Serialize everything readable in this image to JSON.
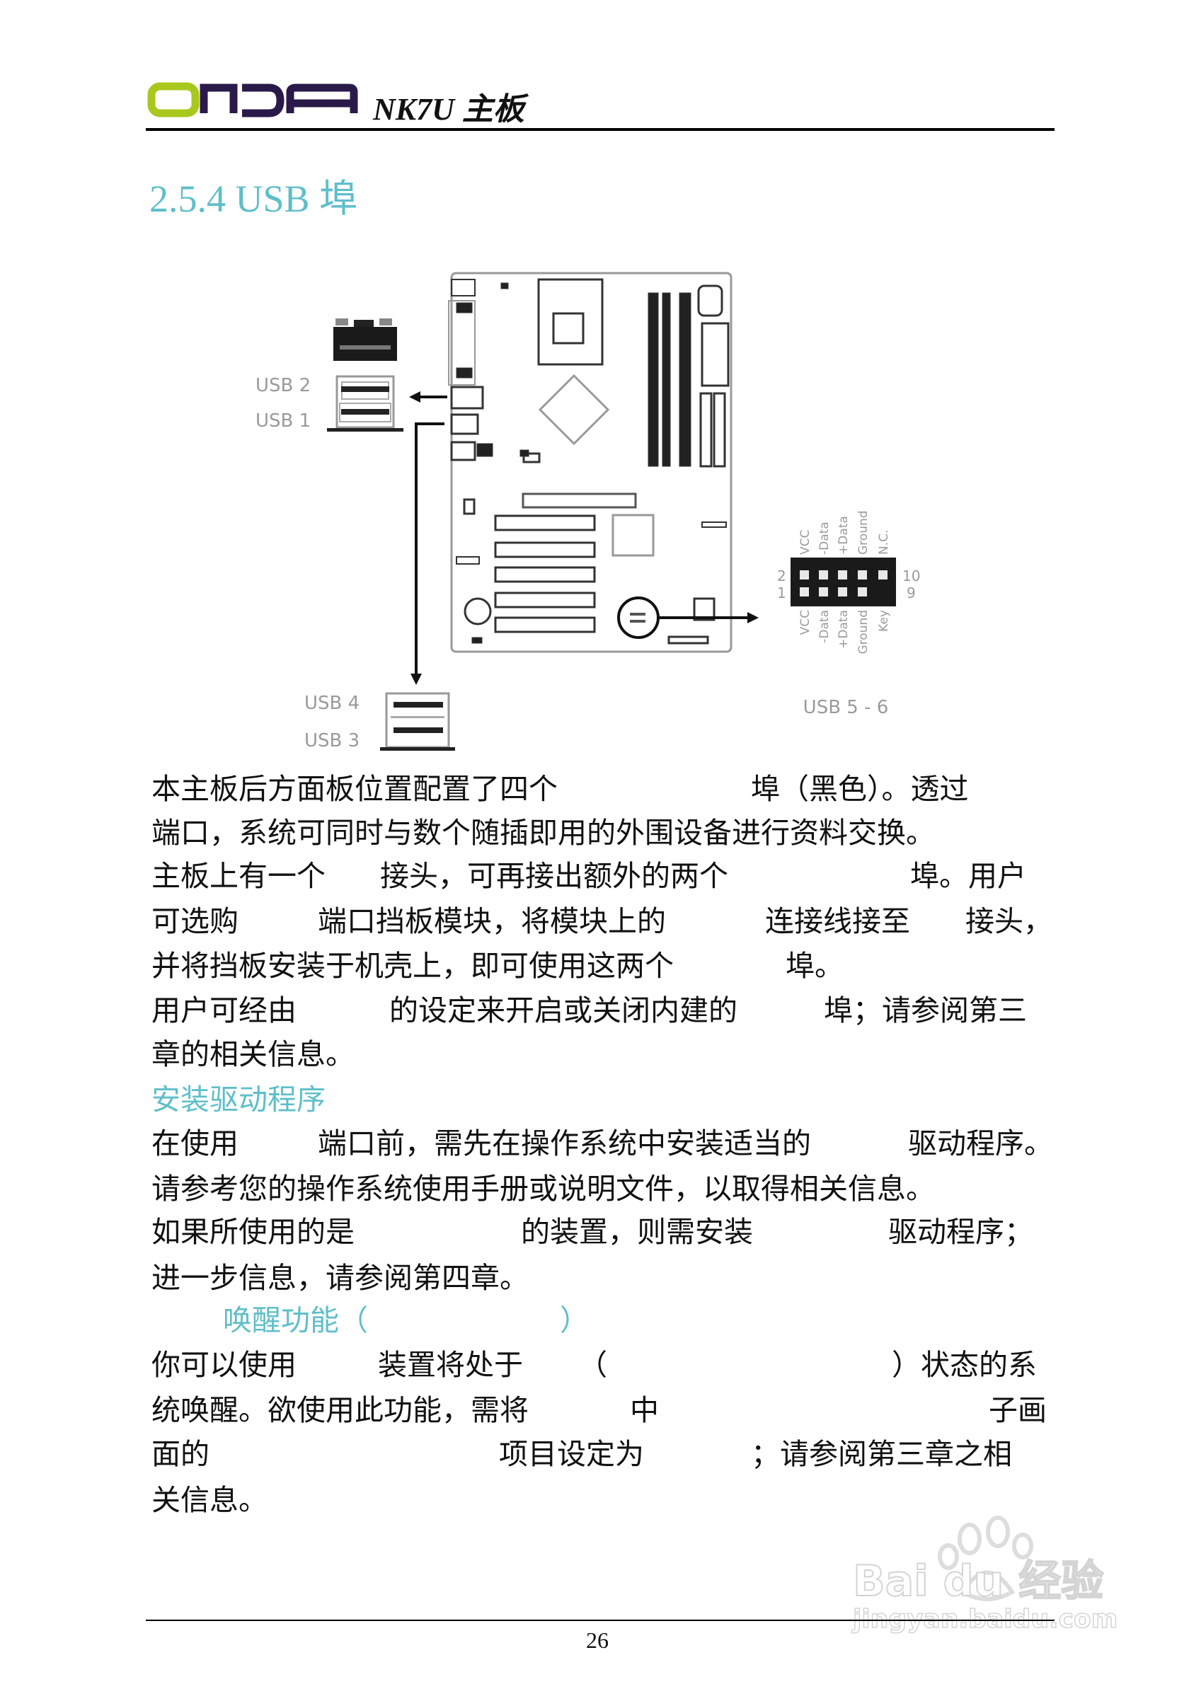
{
  "header": {
    "logo_text": "ONDA",
    "title": "NK7U 主板",
    "logo_colors": {
      "o": "#a8c81e",
      "letters": "#2a1a4a"
    }
  },
  "section_title": "2.5.4 USB 埠",
  "accent_color": "#5fbfc9",
  "diagram": {
    "usb2": "USB 2",
    "usb1": "USB 1",
    "usb4": "USB 4",
    "usb3": "USB 3",
    "usb56": "USB 5 - 6",
    "pin_2": "2",
    "pin_1": "1",
    "pin_10": "10",
    "pin_9": "9",
    "top_pins": [
      "VCC",
      "-Data",
      "+Data",
      "Ground",
      "N.C."
    ],
    "bottom_pins": [
      "VCC",
      "-Data",
      "+Data",
      "Ground",
      "Key"
    ]
  },
  "body": {
    "l1": [
      "本主板后方面板位置配置了四个",
      "埠（黑色）。透过"
    ],
    "l2": [
      "端口，系统可同时与数个随插即用的外围设备进行资料交换。"
    ],
    "l3": [
      "主板上有一个",
      "接头，可再接出额外的两个",
      "埠。用户"
    ],
    "l4": [
      "可选购",
      "端口挡板模块，将模块上的",
      "连接线接至",
      "接头，"
    ],
    "l5": [
      "并将挡板安装于机壳上，即可使用这两个",
      "埠。"
    ],
    "l6": [
      "用户可经由",
      "的设定来开启或关闭内建的",
      "埠；请参阅第三"
    ],
    "l7": [
      "章的相关信息。"
    ],
    "h_driver": "安装驱动程序",
    "l9": [
      "在使用",
      "端口前，需先在操作系统中安装适当的",
      "驱动程序。"
    ],
    "l10": [
      "请参考您的操作系统使用手册或说明文件，以取得相关信息。"
    ],
    "l11": [
      "如果所使用的是",
      "的装置，则需安装",
      "驱动程序；"
    ],
    "l12": [
      "进一步信息，请参阅第四章。"
    ],
    "h_wake": [
      "唤醒功能（",
      "）"
    ],
    "l14": [
      "你可以使用",
      "装置将处于",
      "（",
      "）状态的系"
    ],
    "l15": [
      "统唤醒。欲使用此功能，需将",
      "中",
      "子画"
    ],
    "l16": [
      "面的",
      "项目设定为",
      "；请参阅第三章之相"
    ],
    "l17": [
      "关信息。"
    ]
  },
  "footer": {
    "page_number": "26"
  },
  "watermark": {
    "brand": "Bai du 经验",
    "url": "jingyan.baidu.com"
  }
}
